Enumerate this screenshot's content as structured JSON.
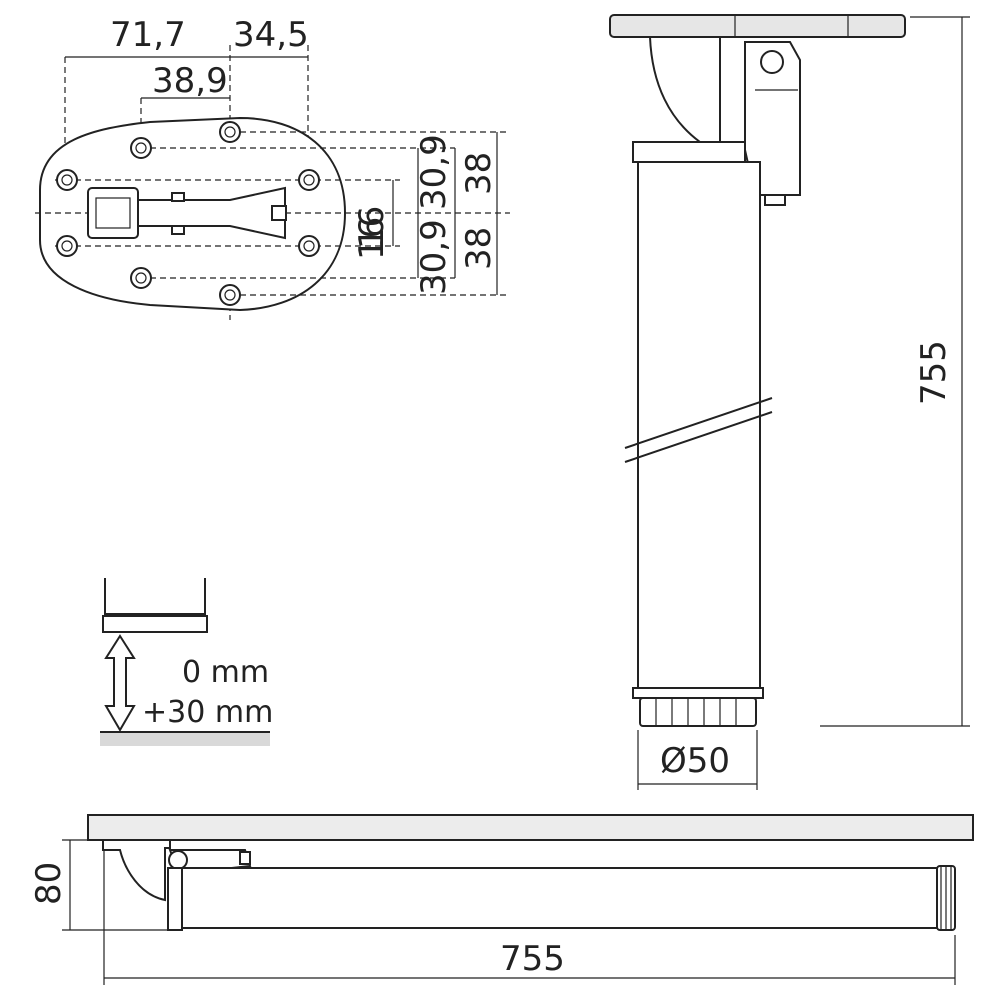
{
  "top_view": {
    "dim_width_left": "71,7",
    "dim_width_right": "34,5",
    "dim_offset": "38,9",
    "dim_slot_a": "16",
    "dim_slot_b": "16",
    "dim_hole_top": "30,9",
    "dim_hole_bottom": "30,9",
    "dim_outer_top": "38",
    "dim_outer_bottom": "38"
  },
  "side_view": {
    "height": "755",
    "diameter": "Ø50"
  },
  "adjust": {
    "min_label": "0 mm",
    "max_label": "+30 mm"
  },
  "folded_view": {
    "height": "80",
    "length": "755"
  },
  "colors": {
    "line": "#222222",
    "floor": "#d9d9d9",
    "top_plate": "#ececec"
  }
}
